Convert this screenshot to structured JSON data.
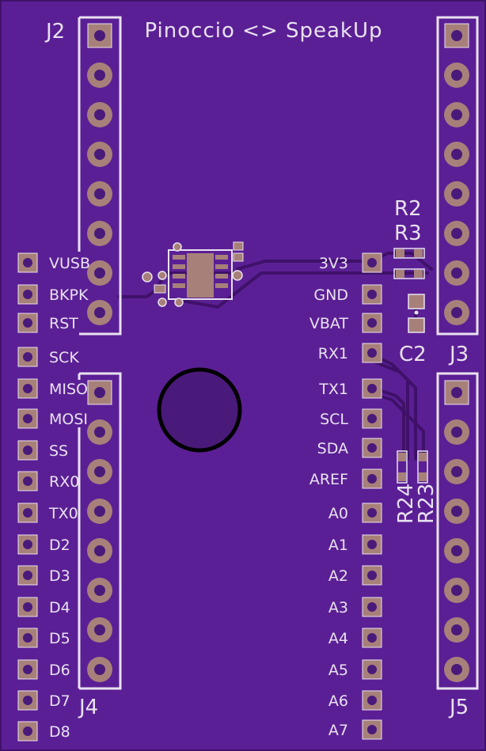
{
  "board": {
    "title": "Pinoccio <> SpeakUp",
    "colors": {
      "substrate": "#5b1f95",
      "silkscreen": "#e8e2f0",
      "copper": "#a8807a",
      "trace": "#3f1169"
    },
    "headers": {
      "j2": "J2",
      "j3": "J3",
      "j4": "J4",
      "j5": "J5"
    },
    "components": {
      "r2": "R2",
      "r3": "R3",
      "c2": "C2",
      "r24": "R24",
      "r23": "R23"
    },
    "left_pins": [
      "VUSB",
      "BKPK",
      "RST",
      "SCK",
      "MISO",
      "MOSI",
      "SS",
      "RX0",
      "TX0",
      "D2",
      "D3",
      "D4",
      "D5",
      "D6",
      "D7",
      "D8"
    ],
    "right_pins": [
      "3V3",
      "GND",
      "VBAT",
      "RX1",
      "TX1",
      "SCL",
      "SDA",
      "AREF",
      "A0",
      "A1",
      "A2",
      "A3",
      "A4",
      "A5",
      "A6",
      "A7"
    ]
  }
}
